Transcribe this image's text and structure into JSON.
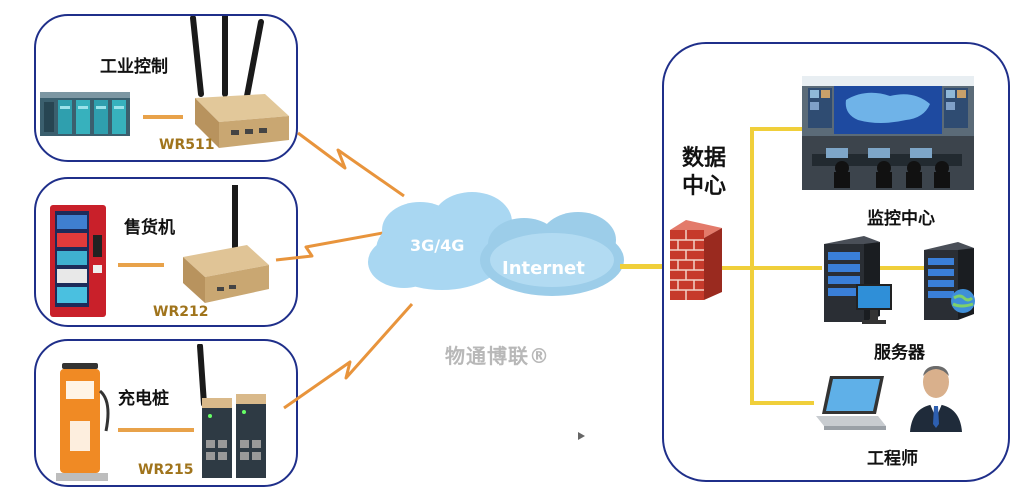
{
  "devices": [
    {
      "label": "工业控制",
      "model": "WR511"
    },
    {
      "label": "售货机",
      "model": "WR212"
    },
    {
      "label": "充电桩",
      "model": "WR215"
    }
  ],
  "cloud": {
    "left_label": "3G/4G",
    "right_label": "Internet"
  },
  "watermark": "物通博联®",
  "datacenter": {
    "title_line1": "数据",
    "title_line2": "中心",
    "monitoring_label": "监控中心",
    "servers_label": "服务器",
    "engineer_label": "工程师"
  },
  "colors": {
    "panel_border": "#1f2f8a",
    "link_orange": "#e8a24a",
    "bus_yellow": "#f0cf3a",
    "cloud": "#a9d7f2",
    "model_text": "#a0741c"
  }
}
